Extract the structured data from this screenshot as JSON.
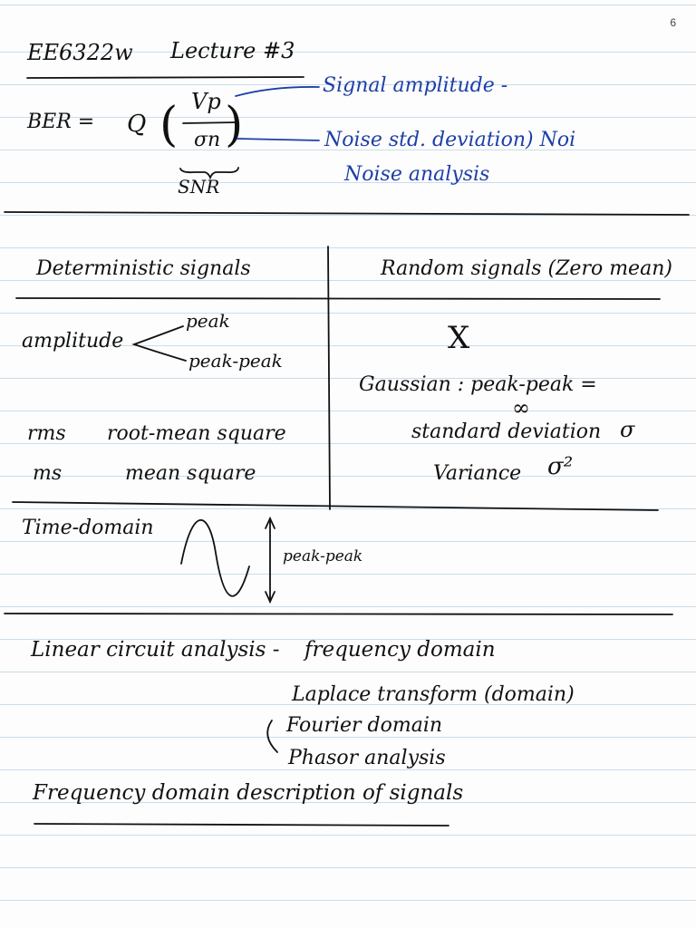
{
  "page_number": "6",
  "header": {
    "course": "EE6322w",
    "lecture": "Lecture #3"
  },
  "ber": {
    "lhs": "BER =",
    "q": "Q",
    "numerator": "Vp",
    "denominator": "σn",
    "snr": "SNR",
    "note_amplitude": "Signal amplitude -",
    "note_noise": "Noise std. deviation) Noi",
    "note_analysis": "Noise analysis"
  },
  "table": {
    "left_header": "Deterministic signals",
    "right_header": "Random signals (Zero mean)",
    "amplitude": "amplitude",
    "peak": "peak",
    "peak_peak": "peak-peak",
    "not_applicable": "X",
    "gaussian": "Gaussian : peak-peak =",
    "infinity": "∞",
    "rms_abbr": "rms",
    "rms_full": "root-mean square",
    "standard_deviation": "standard deviation",
    "sigma": "σ",
    "ms_abbr": "ms",
    "ms_full": "mean square",
    "variance": "Variance",
    "sigma_squared": "σ²"
  },
  "time_domain": {
    "label": "Time-domain",
    "arrow_label": "peak-peak"
  },
  "linear": {
    "title": "Linear circuit analysis -",
    "frequency_domain": "frequency domain",
    "laplace": "Laplace transform (domain)",
    "fourier": "Fourier domain",
    "phasor": "Phasor analysis",
    "footer": "Frequency domain description of signals"
  }
}
